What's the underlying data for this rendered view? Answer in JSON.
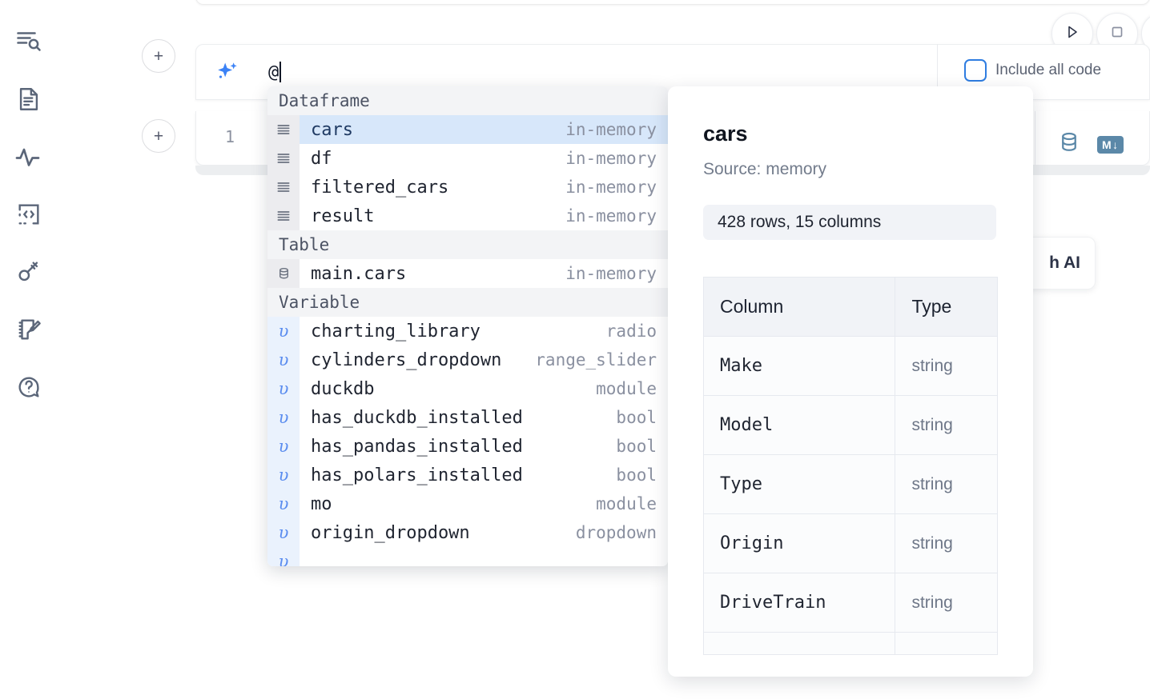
{
  "sidebar": {
    "items": [
      {
        "name": "explore-search",
        "icon": "list-search-icon"
      },
      {
        "name": "notebook-file",
        "icon": "document-text-icon"
      },
      {
        "name": "activity",
        "icon": "activity-pulse-icon"
      },
      {
        "name": "snippets",
        "icon": "code-brackets-icon"
      },
      {
        "name": "secrets",
        "icon": "key-icon"
      },
      {
        "name": "scratchpad",
        "icon": "notepad-pencil-icon"
      },
      {
        "name": "help",
        "icon": "question-chat-icon"
      }
    ]
  },
  "toolbar": {
    "add_cell_label": "+",
    "run_button": "run-icon",
    "stop_button": "stop-icon",
    "include_all_code_label": "Include all code",
    "include_all_code_checked": false
  },
  "ai_cell": {
    "sparkle_icon": "ai-sparkle-icon",
    "input_value": "@",
    "placeholder": ""
  },
  "code_cell": {
    "line_number": "1",
    "actions": [
      {
        "name": "database-icon",
        "label": ""
      },
      {
        "name": "markdown-icon",
        "label": "M"
      }
    ]
  },
  "ai_card": {
    "label": "h AI"
  },
  "autocomplete": {
    "groups": [
      {
        "label": "Dataframe",
        "kind": "dataframe",
        "items": [
          {
            "name": "cars",
            "meta": "in-memory",
            "selected": true
          },
          {
            "name": "df",
            "meta": "in-memory",
            "selected": false
          },
          {
            "name": "filtered_cars",
            "meta": "in-memory",
            "selected": false
          },
          {
            "name": "result",
            "meta": "in-memory",
            "selected": false
          }
        ]
      },
      {
        "label": "Table",
        "kind": "table",
        "items": [
          {
            "name": "main.cars",
            "meta": "in-memory",
            "selected": false
          }
        ]
      },
      {
        "label": "Variable",
        "kind": "variable",
        "items": [
          {
            "name": "charting_library",
            "meta": "radio",
            "selected": false
          },
          {
            "name": "cylinders_dropdown",
            "meta": "range_slider",
            "selected": false
          },
          {
            "name": "duckdb",
            "meta": "module",
            "selected": false
          },
          {
            "name": "has_duckdb_installed",
            "meta": "bool",
            "selected": false
          },
          {
            "name": "has_pandas_installed",
            "meta": "bool",
            "selected": false
          },
          {
            "name": "has_polars_installed",
            "meta": "bool",
            "selected": false
          },
          {
            "name": "mo",
            "meta": "module",
            "selected": false
          },
          {
            "name": "origin_dropdown",
            "meta": "dropdown",
            "selected": false
          }
        ]
      }
    ]
  },
  "info_panel": {
    "title": "cars",
    "source": "Source: memory",
    "shape": "428 rows, 15 columns",
    "columns_header": "Column",
    "type_header": "Type",
    "rows": [
      {
        "column": "Make",
        "type": "string"
      },
      {
        "column": "Model",
        "type": "string"
      },
      {
        "column": "Type",
        "type": "string"
      },
      {
        "column": "Origin",
        "type": "string"
      },
      {
        "column": "DriveTrain",
        "type": "string"
      }
    ]
  },
  "colors": {
    "accent_blue": "#3b82f6",
    "selection_blue": "#d7e7fa",
    "variable_gutter": "#eaf2fd",
    "icon_steel": "#5b88a8",
    "group_header_bg": "#f3f4f6"
  }
}
